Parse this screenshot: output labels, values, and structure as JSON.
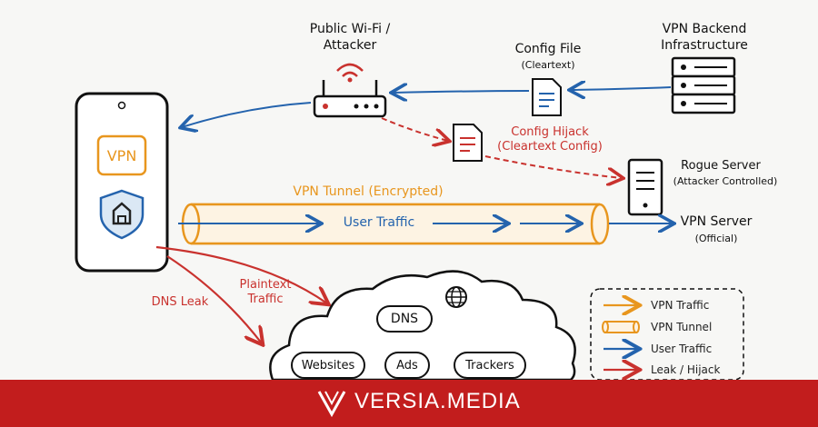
{
  "nodes": {
    "attacker": "Public Wi-Fi /\nAttacker",
    "config_file": "Config File",
    "config_file_sub": "(Cleartext)",
    "backend": "VPN Backend\nInfrastructure",
    "config_hijack": "Config Hijack\n(Cleartext Config)",
    "rogue_server": "Rogue Server",
    "rogue_server_sub": "(Attacker Controlled)",
    "vpn_server": "VPN Server",
    "vpn_server_sub": "(Official)",
    "vpn_app": "VPN",
    "tunnel_label": "VPN Tunnel (Encrypted)",
    "user_traffic": "User Traffic",
    "dns_leak": "DNS Leak",
    "plaintext_traffic": "Plaintext\nTraffic",
    "cloud": {
      "dns": "DNS",
      "websites": "Websites",
      "ads": "Ads",
      "trackers": "Trackers"
    }
  },
  "legend": [
    {
      "label": "VPN Traffic",
      "color": "#e8961e",
      "icon": "orange-arrow-icon"
    },
    {
      "label": "VPN Tunnel",
      "color": "#e8961e",
      "icon": "tube-icon"
    },
    {
      "label": "User Traffic",
      "color": "#2463ad",
      "icon": "blue-arrow-icon"
    },
    {
      "label": "Leak / Hijack",
      "color": "#c9322e",
      "icon": "red-arrow-icon"
    }
  ],
  "footer": {
    "brand": "VERSIA.MEDIA"
  },
  "colors": {
    "orange": "#e8961e",
    "blue": "#2463ad",
    "red": "#c9322e",
    "footer": "#c21d1d"
  }
}
